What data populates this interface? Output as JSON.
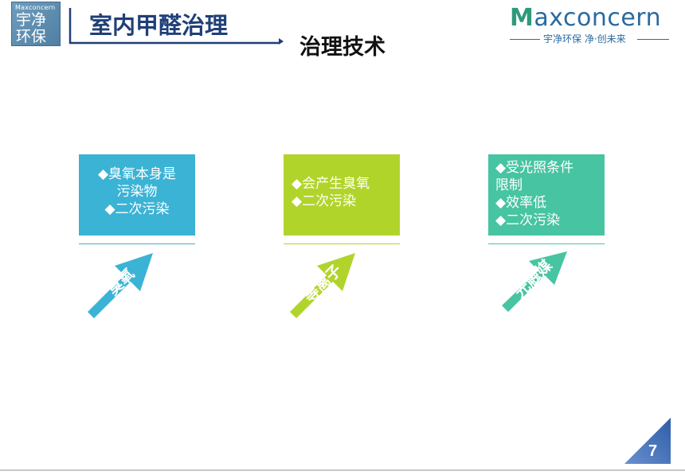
{
  "logo": {
    "small": "Maxconcern",
    "line1": "宇净",
    "line2": "环保"
  },
  "header": {
    "title": "室内甲醛治理",
    "subtitle": "治理技术"
  },
  "brand": {
    "wordmark_m": "M",
    "wordmark_rest": "axconcern",
    "tagline": "宇净环保  净·创未来"
  },
  "cards": [
    {
      "text": "◆臭氧本身是\n污染物\n◆二次污染",
      "arrow_label": "臭氧"
    },
    {
      "text": "◆会产生臭氧\n◆二次污染",
      "arrow_label": "等离子"
    },
    {
      "text": "◆受光照条件\n限制\n◆效率低\n◆二次污染",
      "arrow_label": "光触媒"
    }
  ],
  "page_number": "7",
  "colors": {
    "ozone": "#3bb3d5",
    "plasma": "#b1d42b",
    "photo": "#47c4a1",
    "title_blue": "#1f3f78",
    "page_tri": "#2e5ea8"
  }
}
